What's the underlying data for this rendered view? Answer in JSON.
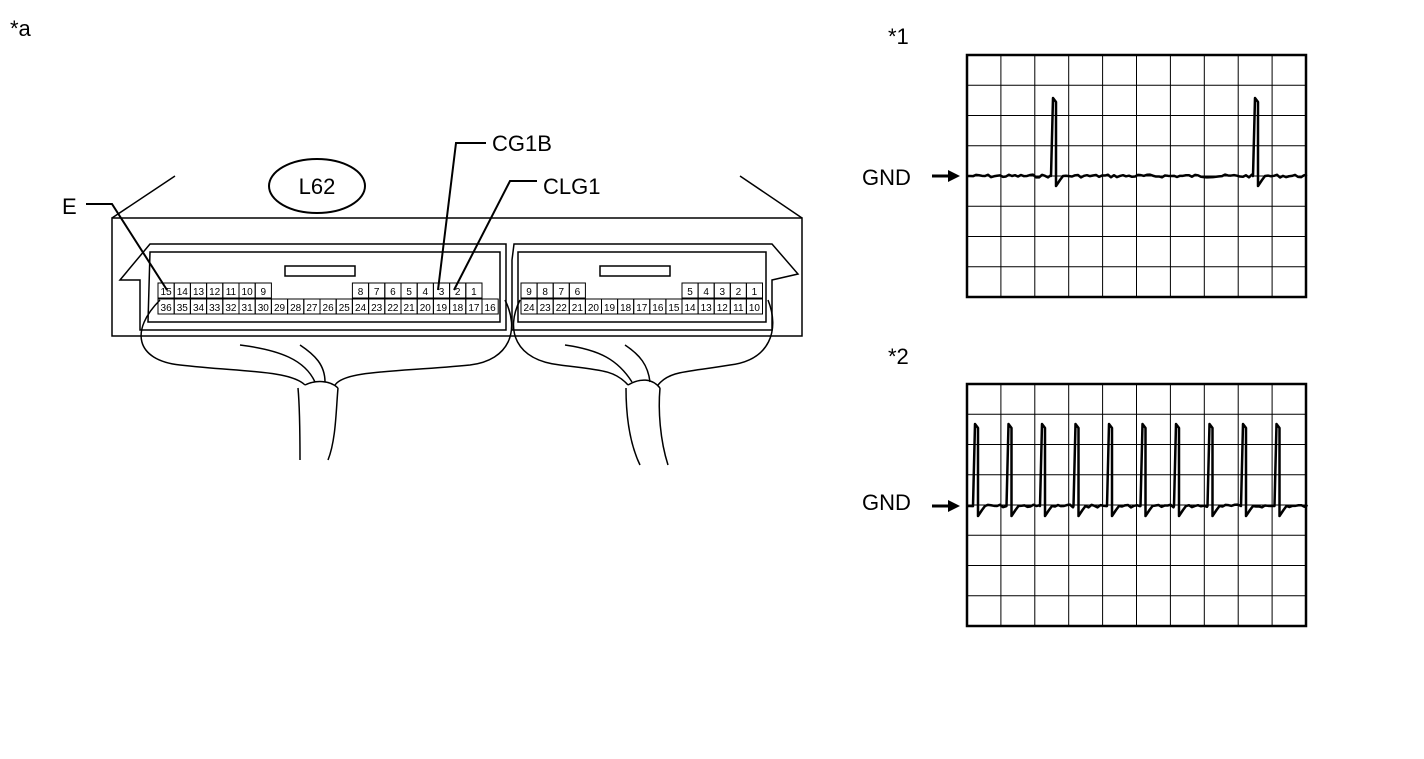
{
  "labels": {
    "figure_a": "*a",
    "connector": "L62",
    "pin_e": "E",
    "pin_cg1b": "CG1B",
    "pin_clg1": "CLG1",
    "scope1_marker": "*1",
    "scope2_marker": "*2",
    "gnd_1": "GND",
    "gnd_2": "GND"
  },
  "connector_left": {
    "top_row": [
      "15",
      "14",
      "13",
      "12",
      "11",
      "10",
      "9",
      "",
      "",
      "",
      "",
      "",
      "8",
      "7",
      "6",
      "5",
      "4",
      "3",
      "2",
      "1"
    ],
    "bottom_row": [
      "36",
      "35",
      "34",
      "33",
      "32",
      "31",
      "30",
      "29",
      "28",
      "27",
      "26",
      "25",
      "24",
      "23",
      "22",
      "21",
      "20",
      "19",
      "18",
      "17",
      "16"
    ]
  },
  "connector_right": {
    "top_row": [
      "9",
      "8",
      "7",
      "6",
      "",
      "",
      "",
      "",
      "",
      "",
      "5",
      "4",
      "3",
      "2",
      "1"
    ],
    "bottom_row": [
      "24",
      "23",
      "22",
      "21",
      "20",
      "19",
      "18",
      "17",
      "16",
      "15",
      "14",
      "13",
      "12",
      "11",
      "10"
    ]
  },
  "oscilloscope_1": {
    "pulses": 2,
    "description_gnd": "GND"
  },
  "oscilloscope_2": {
    "pulses": 10
  }
}
